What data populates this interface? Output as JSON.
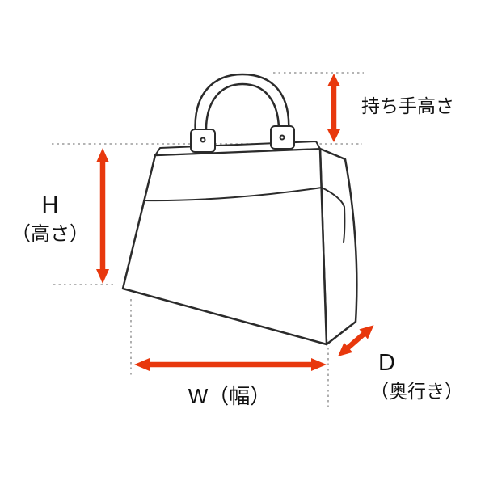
{
  "diagram": {
    "title": "bag-dimension-guide",
    "labels": {
      "handle_height": "持ち手高さ",
      "height_symbol": "H",
      "height_reading": "（高さ）",
      "width": "W（幅）",
      "depth_symbol": "D",
      "depth_reading": "（奥行き）"
    },
    "colors": {
      "arrow": "#e8380d",
      "outline": "#2b2b2b",
      "guide": "#9b9b9b",
      "background": "#ffffff",
      "text": "#111111"
    },
    "icons": {
      "bag_illustration": "handbag-line-art",
      "handle_height_arrow": "vertical-double-arrow",
      "height_arrow": "vertical-double-arrow",
      "width_arrow": "horizontal-double-arrow",
      "depth_arrow": "diagonal-double-arrow"
    }
  }
}
